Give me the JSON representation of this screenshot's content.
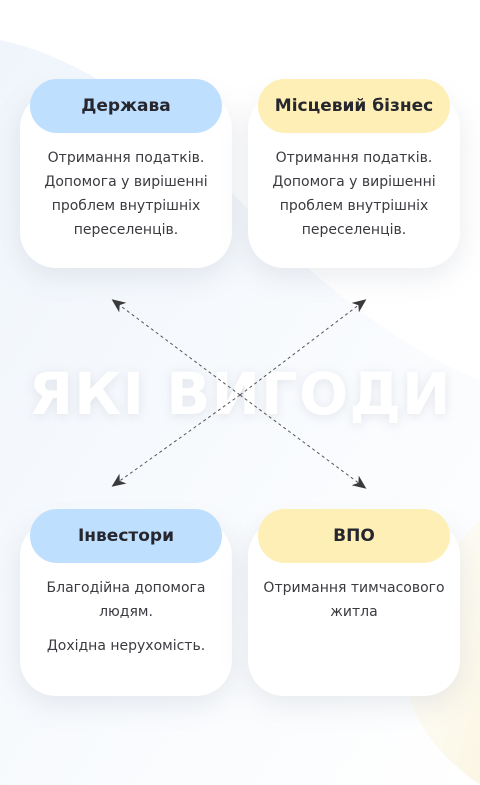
{
  "headline": "ЯКІ ВИГОДИ",
  "colors": {
    "blue_pill": "#bfdfff",
    "yellow_pill": "#fdefb5",
    "arrow": "#555555"
  },
  "cards": {
    "top_left": {
      "title": "Держава",
      "lines": [
        "Отримання податків. Допомога у вирішенні проблем внутрішніх переселенців."
      ]
    },
    "top_right": {
      "title": "Місцевий бізнес",
      "lines": [
        "Отримання податків. Допомога у вирішенні проблем внутрішніх переселенців."
      ]
    },
    "bottom_left": {
      "title": "Інвестори",
      "lines": [
        "Благодійна допомога людям.",
        "Дохідна нерухомість."
      ]
    },
    "bottom_right": {
      "title": "ВПО",
      "lines": [
        "Отримання тимчасового житла"
      ]
    }
  }
}
